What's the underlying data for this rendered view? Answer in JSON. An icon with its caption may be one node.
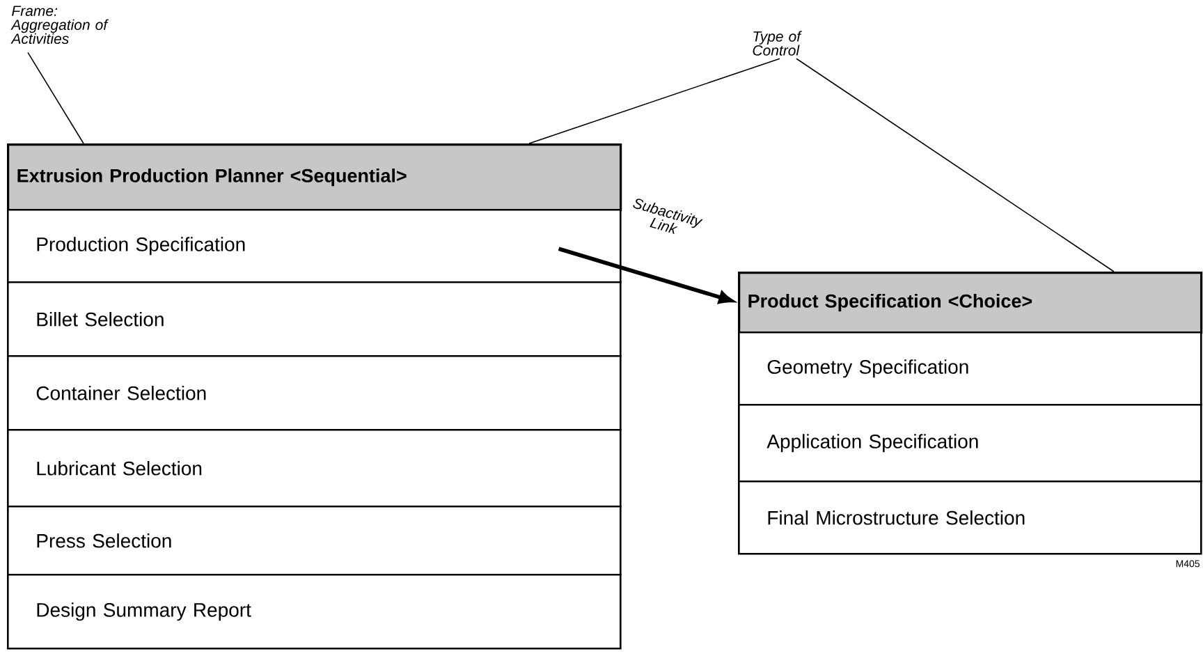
{
  "diagram": {
    "nodes": [
      {
        "text": [
          "Extrusion Production Planner  <Sequential>"
        ]
      },
      {
        "text": [
          "Production Specification"
        ]
      },
      {
        "text": [
          "Billet Selection"
        ]
      },
      {
        "text": [
          "Container Selection"
        ]
      },
      {
        "text": [
          "Lubricant Selection"
        ]
      },
      {
        "text": [
          "Press Selection"
        ]
      },
      {
        "text": [
          "Design Summary Report"
        ]
      },
      {
        "text": [
          "Product Specification  <Choice>"
        ]
      },
      {
        "text": [
          "Geometry Specification"
        ]
      },
      {
        "text": [
          "Application Specification"
        ]
      },
      {
        "text": [
          "Final Microstructure Selection"
        ]
      },
      {
        "text": [
          "Frame: Aggregation of Activities"
        ]
      },
      {
        "text": [
          "Type of Control"
        ]
      }
    ],
    "edges": [
      {
        "from": 1,
        "to": 7,
        "arrow": "to",
        "label": "Subactivity Link",
        "style": "thick"
      },
      {
        "from": 11,
        "to": 0,
        "arrow": "none"
      },
      {
        "from": 12,
        "to": 0,
        "arrow": "none"
      },
      {
        "from": 12,
        "to": 7,
        "arrow": "none"
      }
    ],
    "labels": [
      "M405"
    ]
  }
}
